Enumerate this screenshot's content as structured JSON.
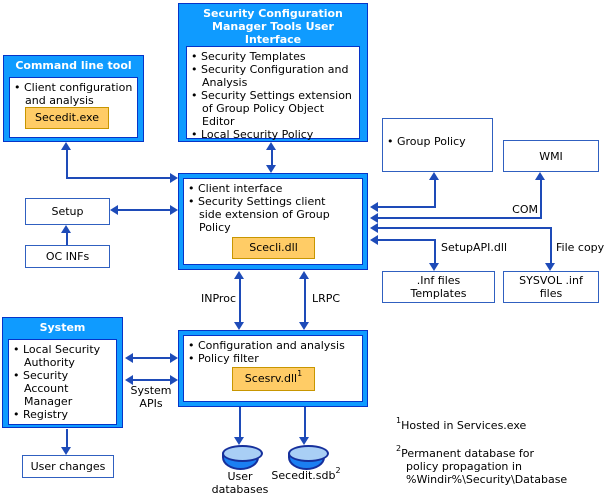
{
  "boxes": {
    "ui": {
      "title": "Security Configuration\nManager Tools User\nInterface",
      "items": [
        "Security Templates",
        "Security Configuration and\nAnalysis",
        "Security Settings extension\nof Group Policy Object\nEditor",
        "Local Security Policy"
      ]
    },
    "cmd": {
      "title": "Command line tool",
      "items": [
        "Client configuration\nand analysis"
      ],
      "chip": "Secedit.exe"
    },
    "scecli": {
      "items": [
        "Client interface",
        "Security Settings client\nside extension of Group\nPolicy"
      ],
      "chip": "Scecli.dll"
    },
    "scesrv": {
      "items": [
        "Configuration and analysis",
        "Policy filter"
      ],
      "chip": "Scesrv.dll",
      "chip_sup": "1"
    },
    "system": {
      "title": "System",
      "items": [
        "Local Security\nAuthority",
        "Security\nAccount\nManager",
        "Registry"
      ]
    },
    "setup": {
      "label": "Setup"
    },
    "ocinfs": {
      "label": "OC INFs"
    },
    "group_policy": {
      "items": [
        "Group Policy"
      ]
    },
    "wmi": {
      "label": "WMI"
    },
    "inf_files": {
      "label": ".Inf files\nTemplates"
    },
    "sysvol": {
      "label": "SYSVOL .inf\nfiles"
    },
    "user_changes": {
      "label": "User changes"
    }
  },
  "labels": {
    "com": "COM",
    "setupapi": "SetupAPI.dll",
    "file_copy": "File copy",
    "inproc": "INProc",
    "lrpc": "LRPC",
    "system_apis": "System\nAPIs"
  },
  "cylinders": [
    {
      "label": "User\ndatabases"
    },
    {
      "label": "Secedit.sdb",
      "sup": "2"
    }
  ],
  "footnotes": [
    {
      "sup": "1",
      "text": "Hosted in Services.exe"
    },
    {
      "sup": "2",
      "text": "Permanent database for\npolicy propagation in\n%Windir%\\Security\\Database"
    }
  ],
  "colors": {
    "box_fill": "#0F9BFF",
    "box_border": "#0634C8",
    "arrow": "#1E4BB8",
    "chip_fill": "#FFCC66",
    "chip_border": "#C89600",
    "sbox_border": "#3060C0",
    "cyl_body": "#1B7FF2",
    "cyl_top": "#A9CFF5",
    "cyl_border": "#16309C"
  }
}
